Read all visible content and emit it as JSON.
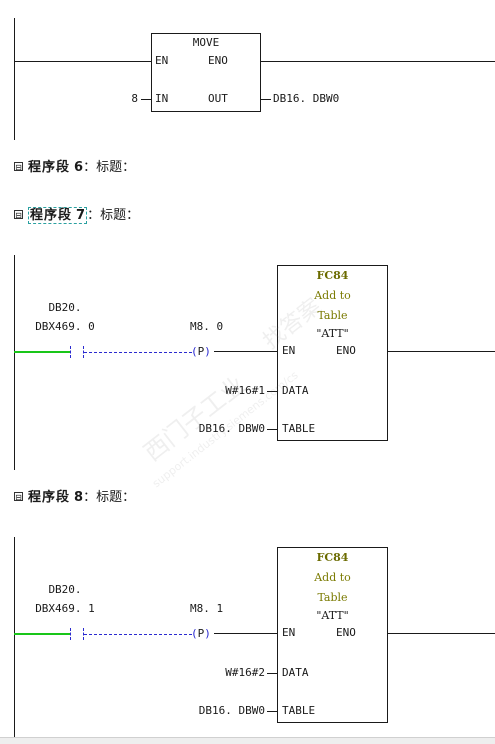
{
  "network5": {
    "block_name": "MOVE",
    "en_label": "EN",
    "eno_label": "ENO",
    "in_label": "IN",
    "out_label": "OUT",
    "in_value": "8",
    "out_value": "DB16. DBW0"
  },
  "segment6": {
    "name": "程序段",
    "number": "6",
    "separator": "：",
    "title_label": "标题："
  },
  "segment7": {
    "name": "程序段",
    "number": "7",
    "separator": "：",
    "title_label": "标题："
  },
  "segment8": {
    "name": "程序段",
    "number": "8",
    "separator": "：",
    "title_label": "标题："
  },
  "network7": {
    "contact_addr_line1": "DB20.",
    "contact_addr_line2": "DBX469. 0",
    "edge_addr": "M8. 0",
    "edge_symbol": "P",
    "block": {
      "fc": "FC84",
      "line1": "Add to",
      "line2": "Table",
      "line3": "\"ATT\""
    },
    "en_label": "EN",
    "eno_label": "ENO",
    "data_label": "DATA",
    "table_label": "TABLE",
    "data_value": "W#16#1",
    "table_value": "DB16. DBW0"
  },
  "network8": {
    "contact_addr_line1": "DB20.",
    "contact_addr_line2": "DBX469. 1",
    "edge_addr": "M8. 1",
    "edge_symbol": "P",
    "block": {
      "fc": "FC84",
      "line1": "Add to",
      "line2": "Table",
      "line3": "\"ATT\""
    },
    "en_label": "EN",
    "eno_label": "ENO",
    "data_label": "DATA",
    "table_label": "TABLE",
    "data_value": "W#16#2",
    "table_value": "DB16. DBW0"
  },
  "watermark": {
    "text1": "西门子工业",
    "text2": "support.industry.siemens.com/cs",
    "text3": "找答案"
  },
  "colors": {
    "power_flow": "#19c619",
    "dashed_link": "#2a2ad0",
    "block_title": "#6b6b00"
  }
}
